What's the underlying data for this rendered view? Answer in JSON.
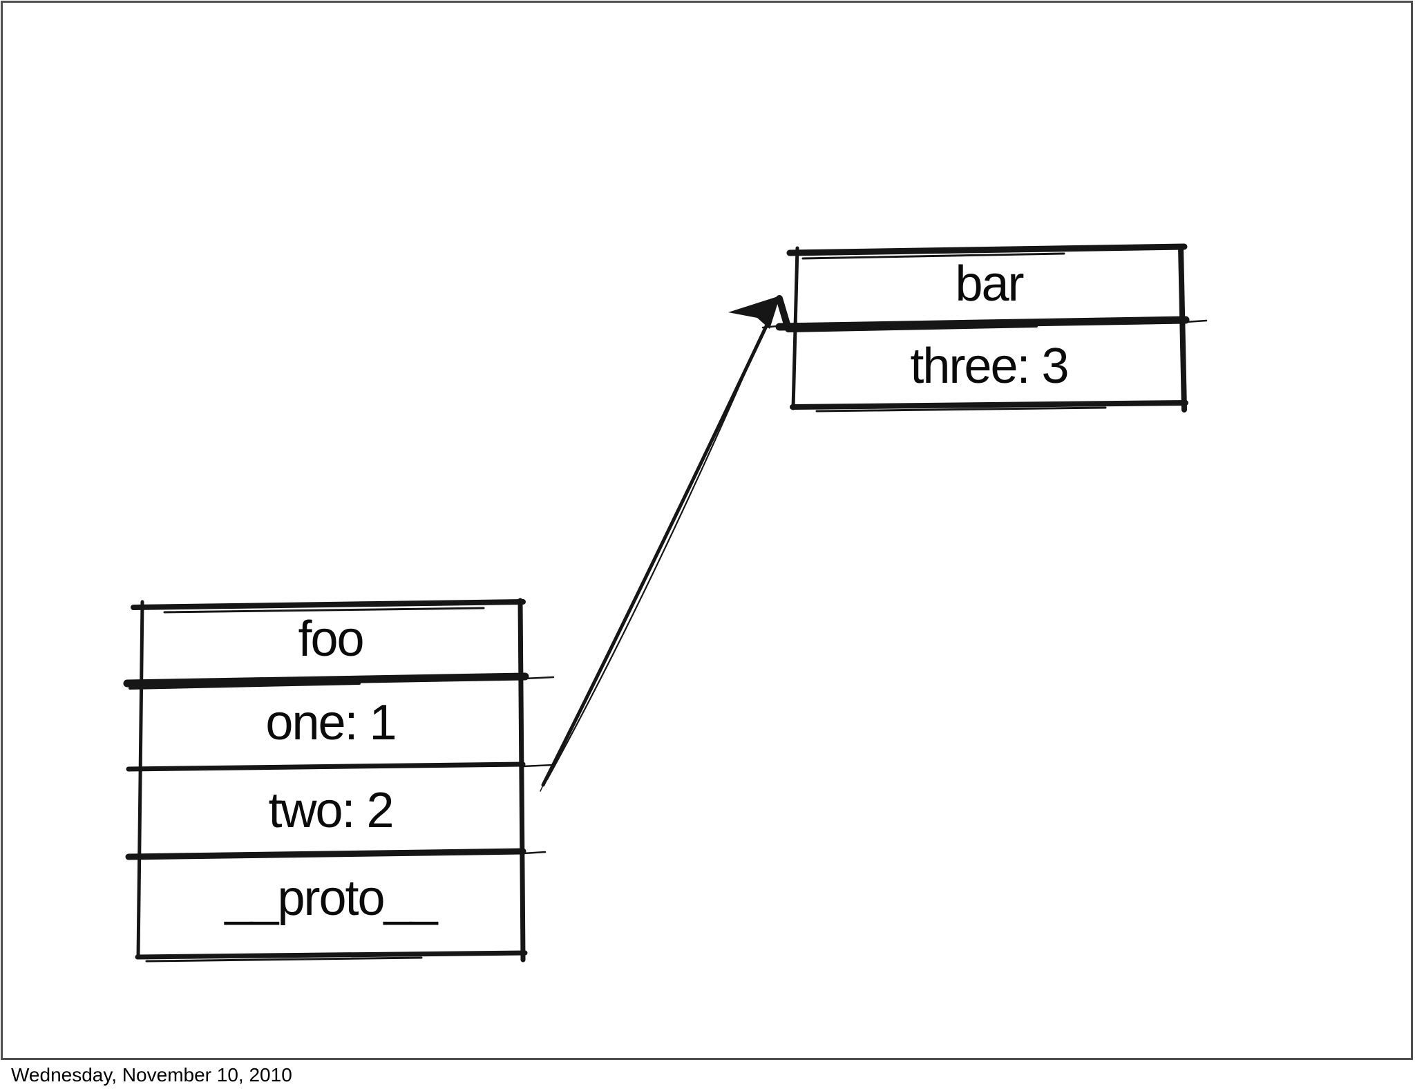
{
  "slide": {
    "footer_date": "Wednesday, November 10, 2010",
    "background_color": "#ffffff",
    "frame_color": "#4f4f4f"
  },
  "diagram": {
    "ink_color": "#161616",
    "foo_box": {
      "title": "foo",
      "rows": [
        {
          "label": "one: 1"
        },
        {
          "label": "two: 2"
        },
        {
          "label": "__proto__"
        }
      ]
    },
    "bar_box": {
      "title": "bar",
      "rows": [
        {
          "label": "three: 3"
        }
      ]
    },
    "arrow": {
      "from": "foo __proto__ edge",
      "to": "bar box"
    }
  }
}
